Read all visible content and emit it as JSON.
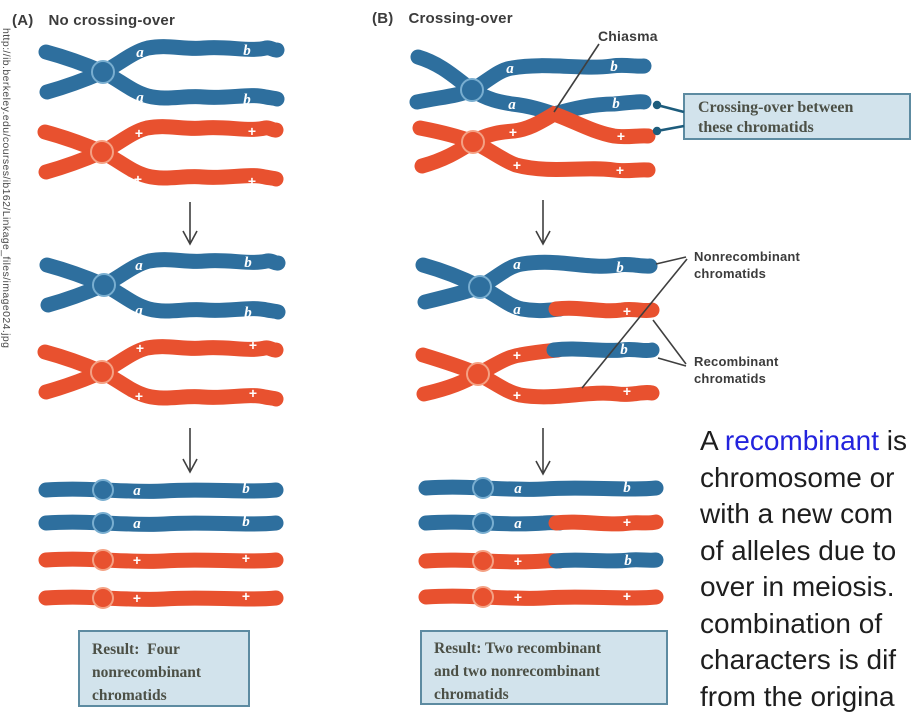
{
  "source_watermark": "http://ib.berkeley.edu/courses/ib162/Linkage_files/image024.jpg",
  "colors": {
    "blue": "#2e6f9e",
    "bluering": "#79aed0",
    "red": "#e8512f",
    "redring": "#f4a184",
    "boxbg": "#d2e3ec",
    "boxborder": "#5d8ba1",
    "boxtext": "#4c5046",
    "label": "#3c3c3c",
    "pointer": "#3f3f3f",
    "connector": "#1d5c7c",
    "ink": "#1e1e1e",
    "hl": "#2323dd",
    "url": "#4a4a4a"
  },
  "alleles": {
    "a": "a",
    "b": "b",
    "plus": "+"
  },
  "panelA": {
    "label": "(A)",
    "title": "No crossing-over",
    "result_lines": [
      "Result:  Four",
      "nonrecombinant",
      "chromatids"
    ]
  },
  "panelB": {
    "label": "(B)",
    "title": "Crossing-over",
    "chiasma": "Chiasma",
    "callout_lines": [
      "Crossing-over between",
      "these chromatids"
    ],
    "nonrecombinant_lines": [
      "Nonrecombinant",
      "chromatids"
    ],
    "recombinant_lines": [
      "Recombinant",
      "chromatids"
    ],
    "result_lines": [
      "Result: Two recombinant",
      "and two nonrecombinant",
      "chromatids"
    ]
  },
  "note": {
    "line1": {
      "prefix": "A ",
      "highlight": "recombinant",
      "suffix": " is"
    },
    "lines": [
      "chromosome or",
      "with a new com",
      "of alleles due to",
      "over in meiosis.",
      "combination of",
      "characters is dif",
      "from the origina"
    ]
  }
}
